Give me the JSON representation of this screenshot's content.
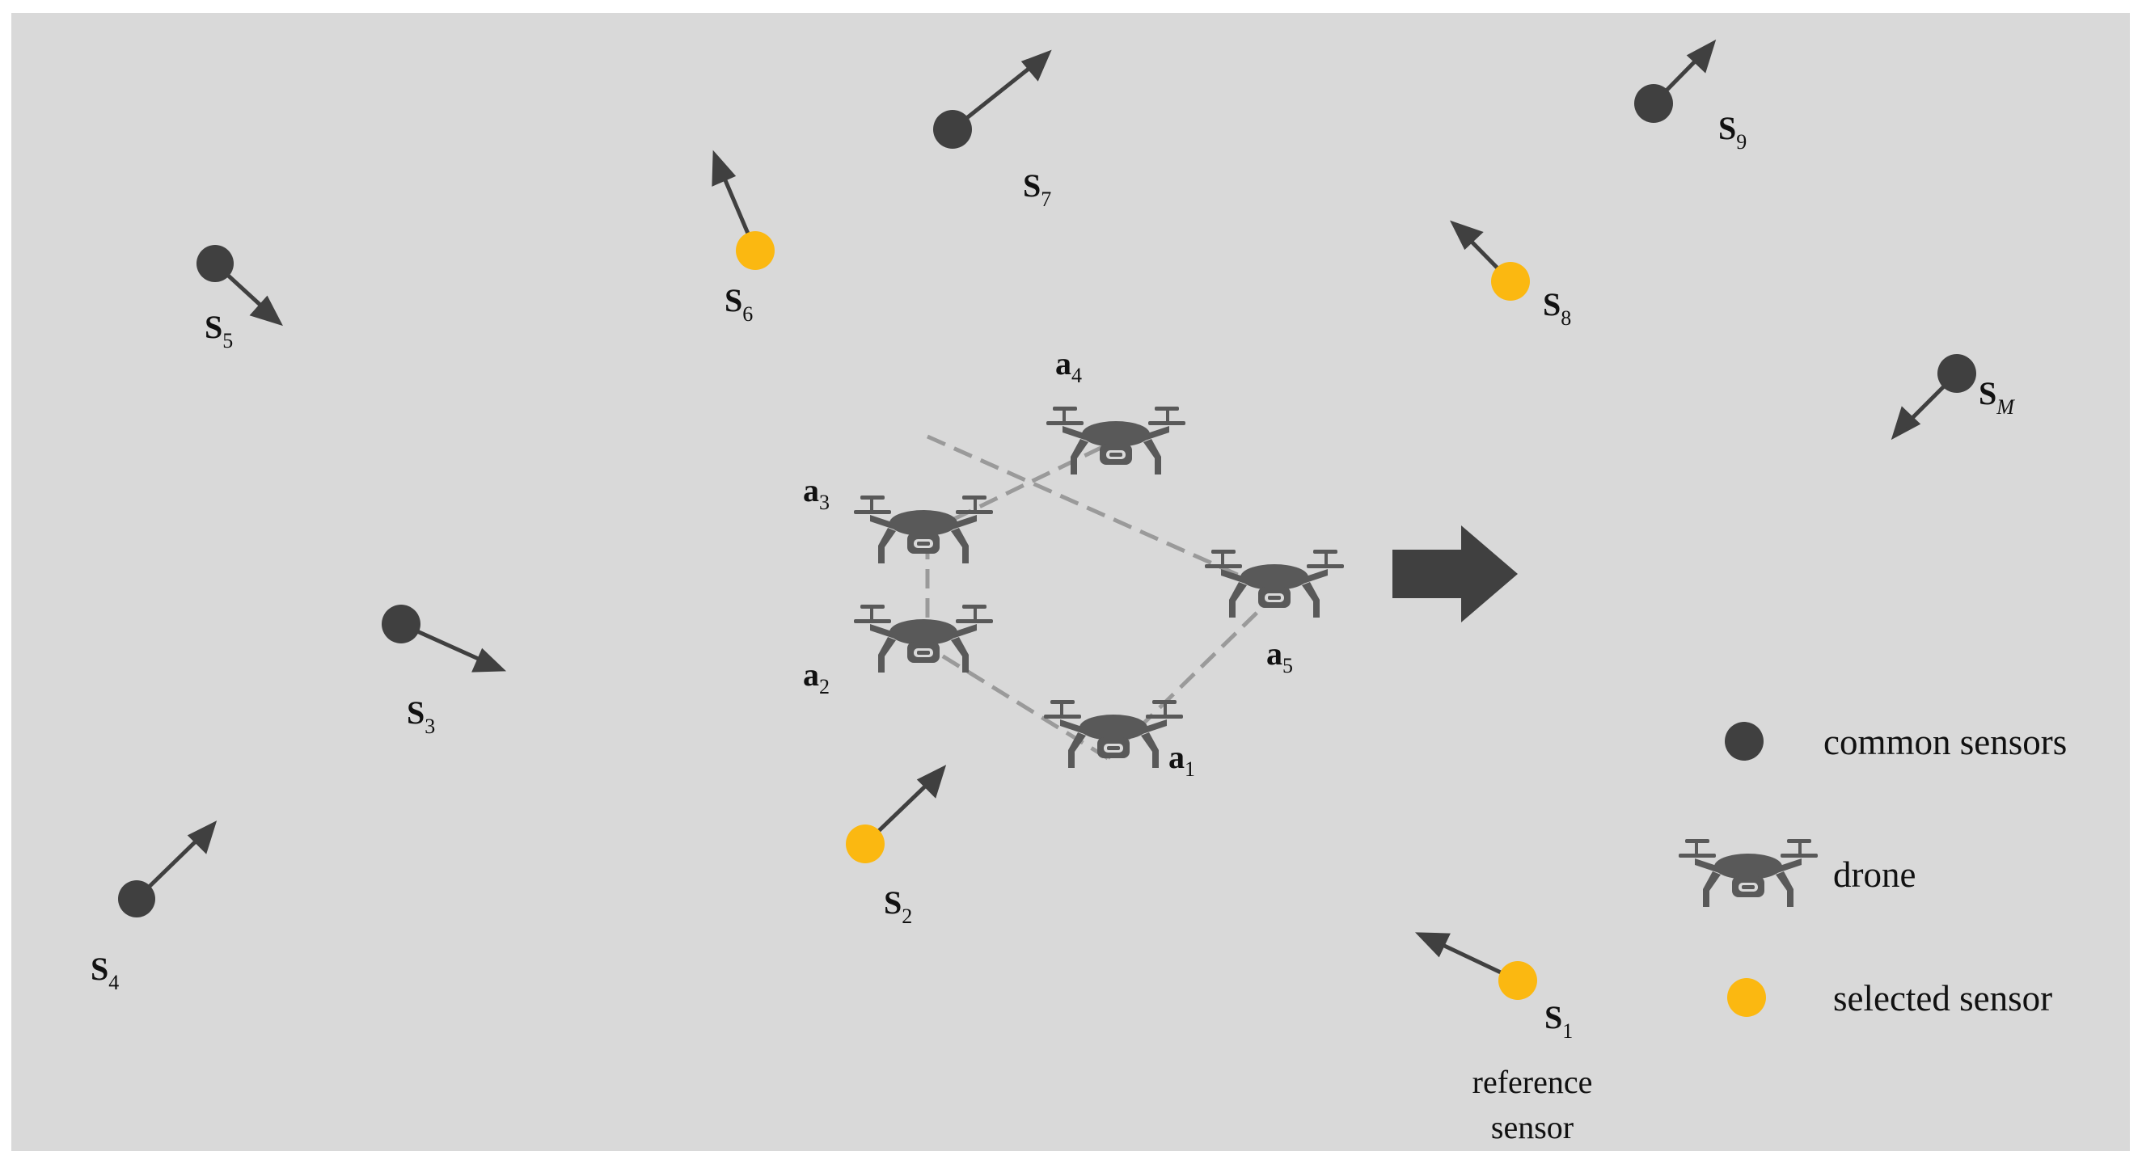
{
  "colors": {
    "background": "#d9d9d9",
    "common_sensor": "#404040",
    "selected_sensor": "#fbb811",
    "arrow": "#404040",
    "drone": "#595959",
    "formation_edge": "#9a9a9a",
    "big_arrow": "#404040"
  },
  "sensors": [
    {
      "id": "S1",
      "main": "S",
      "sub": "1",
      "type": "selected"
    },
    {
      "id": "S2",
      "main": "S",
      "sub": "2",
      "type": "selected"
    },
    {
      "id": "S3",
      "main": "S",
      "sub": "3",
      "type": "common"
    },
    {
      "id": "S4",
      "main": "S",
      "sub": "4",
      "type": "common"
    },
    {
      "id": "S5",
      "main": "S",
      "sub": "5",
      "type": "common"
    },
    {
      "id": "S6",
      "main": "S",
      "sub": "6",
      "type": "selected"
    },
    {
      "id": "S7",
      "main": "S",
      "sub": "7",
      "type": "common"
    },
    {
      "id": "S8",
      "main": "S",
      "sub": "8",
      "type": "selected"
    },
    {
      "id": "S9",
      "main": "S",
      "sub": "9",
      "type": "common"
    },
    {
      "id": "SM",
      "main": "S",
      "sub": "M",
      "type": "common"
    }
  ],
  "drones": [
    {
      "id": "a1",
      "main": "a",
      "sub": "1"
    },
    {
      "id": "a2",
      "main": "a",
      "sub": "2"
    },
    {
      "id": "a3",
      "main": "a",
      "sub": "3"
    },
    {
      "id": "a4",
      "main": "a",
      "sub": "4"
    },
    {
      "id": "a5",
      "main": "a",
      "sub": "5"
    }
  ],
  "reference_note": {
    "line1": "reference",
    "line2": "sensor"
  },
  "legend": {
    "common": "common sensors",
    "drone": "drone",
    "selected": "selected sensor"
  },
  "icons": {
    "drone": "quadcopter-drone-icon",
    "direction": "direction-arrow-icon"
  }
}
